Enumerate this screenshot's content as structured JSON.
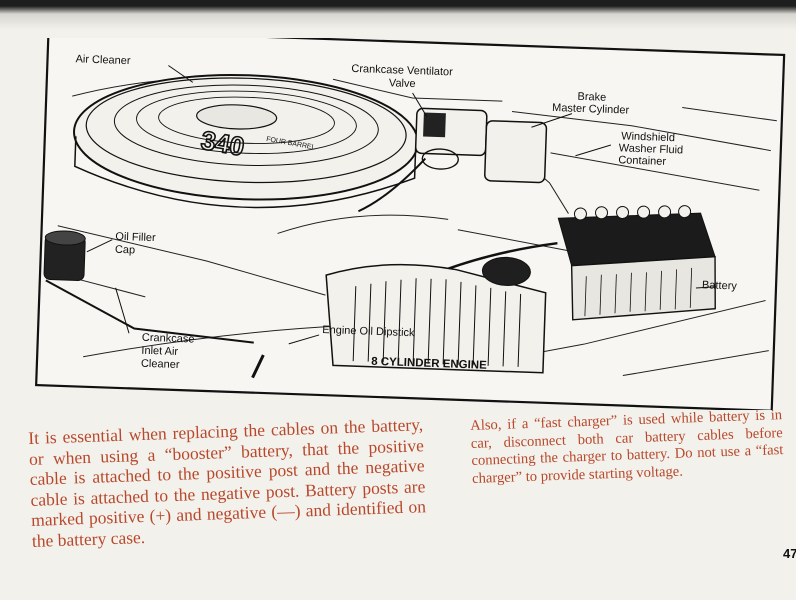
{
  "figure": {
    "caption": "8 CYLINDER ENGINE",
    "air_cleaner_marking_main": "340",
    "air_cleaner_marking_sub": "FOUR BARREL",
    "labels": {
      "air_cleaner": "Air Cleaner",
      "crankcase_ventilator_valve_1": "Crankcase Ventilator",
      "crankcase_ventilator_valve_2": "Valve",
      "brake_master_cylinder_1": "Brake",
      "brake_master_cylinder_2": "Master Cylinder",
      "washer_fluid_container_1": "Windshield",
      "washer_fluid_container_2": "Washer Fluid",
      "washer_fluid_container_3": "Container",
      "oil_filler_cap_1": "Oil Filler",
      "oil_filler_cap_2": "Cap",
      "battery": "Battery",
      "engine_oil_dipstick": "Engine Oil Dipstick",
      "crankcase_inlet_air_cleaner_1": "Crankcase",
      "crankcase_inlet_air_cleaner_2": "Inlet Air",
      "crankcase_inlet_air_cleaner_3": "Cleaner"
    }
  },
  "text": {
    "left_paragraph": "It is essential when replacing the cables on the battery, or when using a “booster” battery, that the positive cable is attached to the positive post and the negative cable is attached to the negative post. Battery posts are marked positive (+) and negative (—) and identified on the battery case.",
    "right_paragraph": "Also, if a “fast charger” is used while battery is in car, disconnect both car battery cables before connecting the charger to battery. Do not use a “fast charger” to provide starting voltage."
  },
  "page_number": "47",
  "colors": {
    "body_text": "#b8482b",
    "line_art": "#111111",
    "paper": "#f3f1ec"
  }
}
